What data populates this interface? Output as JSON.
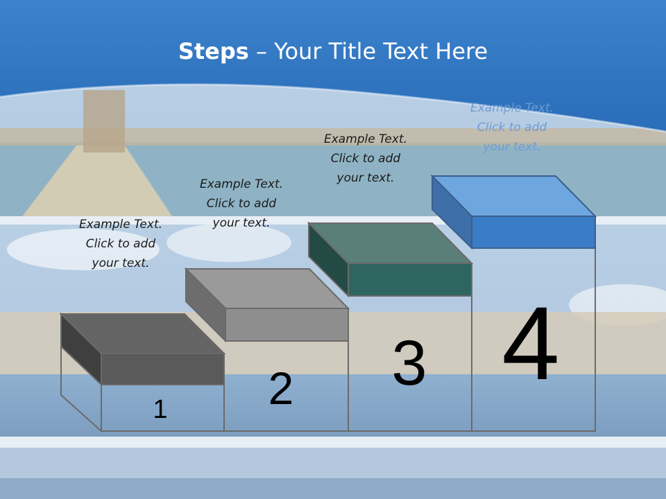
{
  "slide": {
    "title_bold": "Steps",
    "title_rest": " – Your Title Text Here"
  },
  "steps": [
    {
      "number": "1",
      "caption": [
        "Example Text.",
        "Click  to add",
        "your text."
      ],
      "top_color": "#646464",
      "front_color": "#5a5a5a",
      "side_color": "#3f3f3f"
    },
    {
      "number": "2",
      "caption": [
        "Example Text.",
        "Click  to add",
        "your text."
      ],
      "top_color": "#9a9a9a",
      "front_color": "#8e8e8e",
      "side_color": "#6d6d6d"
    },
    {
      "number": "3",
      "caption": [
        "Example Text.",
        "Click  to add",
        "your text."
      ],
      "top_color": "#5a7e78",
      "front_color": "#2f6560",
      "side_color": "#244a46"
    },
    {
      "number": "4",
      "caption": [
        "Example Text.",
        "Click  to add",
        "your text."
      ],
      "top_color": "#6ea6df",
      "front_color": "#3a7cc6",
      "side_color": "#3f6fa8"
    }
  ],
  "colors": {
    "header_blue": "#2f75c3",
    "box_outline": "#6a6a6a"
  }
}
